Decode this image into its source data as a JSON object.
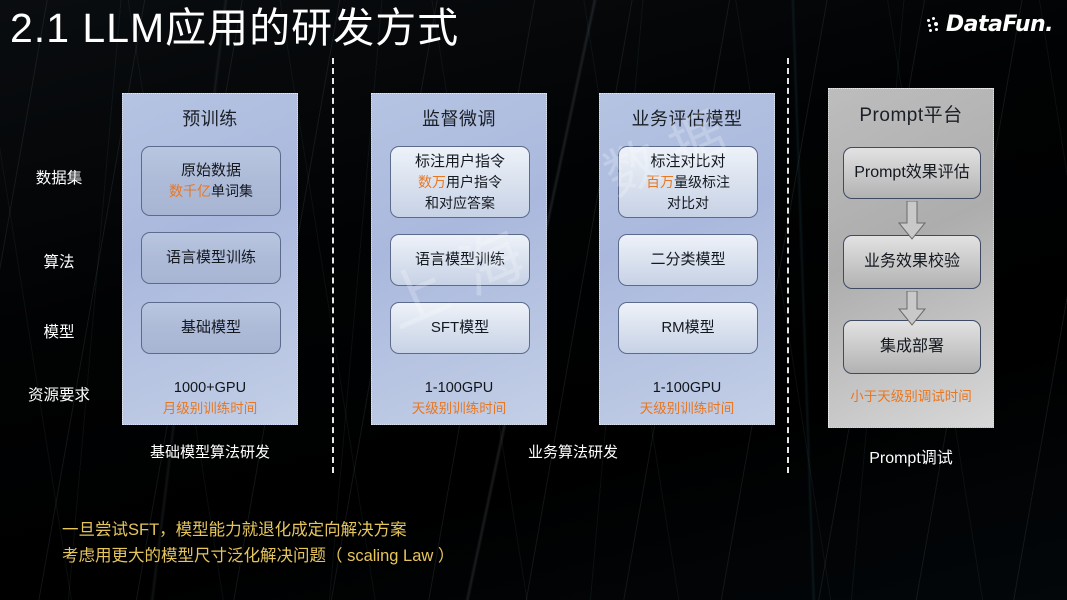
{
  "slide": {
    "title": "2.1 LLM应用的研发方式",
    "logo_text": "DataFun.",
    "logo_icon": "datafun-dots-logo"
  },
  "row_labels": [
    {
      "label": "数据集"
    },
    {
      "label": "算法"
    },
    {
      "label": "模型"
    },
    {
      "label": "资源要求"
    }
  ],
  "columns": [
    {
      "id": "pretrain",
      "title": "预训练",
      "boxes": [
        {
          "line1": "原始数据",
          "line2_highlight": "数千亿",
          "line2_rest": "单词集"
        },
        {
          "line1": "语言模型训练"
        },
        {
          "line1": "基础模型"
        }
      ],
      "resource": "1000+GPU",
      "resource_sub": "月级别训练时间",
      "caption": "基础模型算法研发"
    },
    {
      "id": "sft",
      "title": "监督微调",
      "boxes": [
        {
          "line1": "标注用户指令",
          "line2_highlight": "数万",
          "line2_rest": "用户指令",
          "line3": "和对应答案"
        },
        {
          "line1": "语言模型训练"
        },
        {
          "line1": "SFT模型"
        }
      ],
      "resource": "1-100GPU",
      "resource_sub": "天级别训练时间",
      "caption": "业务算法研发"
    },
    {
      "id": "rm",
      "title": "业务评估模型",
      "boxes": [
        {
          "line1": "标注对比对",
          "line2_highlight": "百万",
          "line2_rest": "量级标注",
          "line3": "对比对"
        },
        {
          "line1": "二分类模型"
        },
        {
          "line1": "RM模型"
        }
      ],
      "resource": "1-100GPU",
      "resource_sub": "天级别训练时间"
    },
    {
      "id": "prompt",
      "title": "Prompt平台",
      "boxes": [
        {
          "line1": "Prompt效果评估"
        },
        {
          "line1": "业务效果校验"
        },
        {
          "line1": "集成部署"
        }
      ],
      "resource_sub": "小于天级别调试时间",
      "caption": "Prompt调试",
      "arrow_icon": "arrow-down-icon"
    }
  ],
  "footnote": {
    "line1": "一旦尝试SFT，模型能力就退化成定向解决方案",
    "line2": "考虑用更大的模型尺寸泛化解决问题（ scaling Law ）"
  },
  "colors": {
    "highlight": "#e87722",
    "footnote": "#e6c65c",
    "panel_blue": "#b0bfdf",
    "panel_gray": "#b5b5b5"
  }
}
